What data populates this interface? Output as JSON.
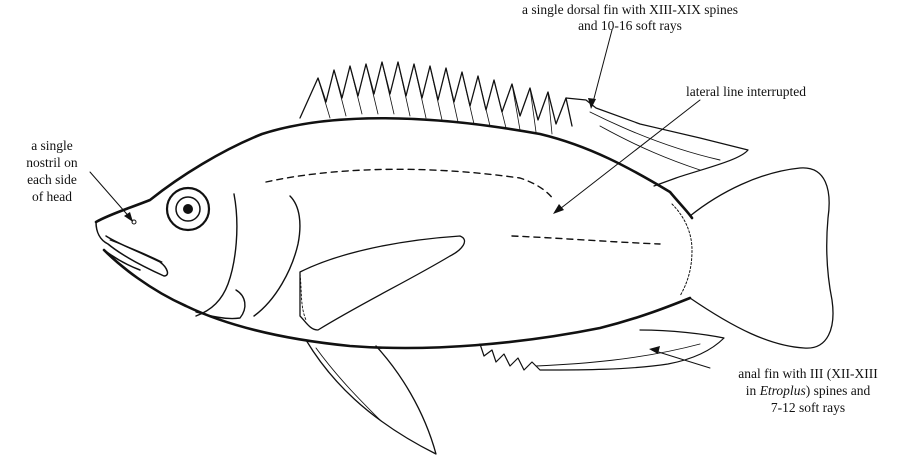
{
  "labels": {
    "nostril": [
      "a single",
      "nostril on",
      "each side",
      "of head"
    ],
    "dorsal": [
      "a single dorsal fin with XIII-XIX spines",
      "and 10-16 soft rays"
    ],
    "lateral": "lateral line interrupted",
    "anal": {
      "line1": "anal fin with III (XII-XIII",
      "line2_prefix": "in ",
      "line2_italic": "Etroplus",
      "line2_suffix": ") spines and",
      "line3": "7-12 soft rays"
    }
  },
  "colors": {
    "ink": "#111111",
    "background": "#ffffff"
  }
}
